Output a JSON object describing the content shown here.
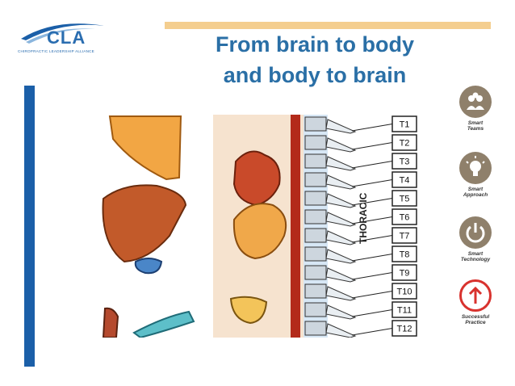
{
  "logo": {
    "name": "CLA",
    "tagline": "CHIROPRACTIC LEADERSHIP ALLIANCE"
  },
  "title": {
    "line1": "From brain to body",
    "line2": "and body to brain"
  },
  "illustration": {
    "vertebra_labels": [
      "T1",
      "T2",
      "T3",
      "T4",
      "T5",
      "T6",
      "T7",
      "T8",
      "T9",
      "T10",
      "T11",
      "T12"
    ],
    "region_label": "THORACIC"
  },
  "sidebar": [
    {
      "line1": "Smart",
      "line2": "Teams",
      "icon": "people-icon",
      "color": "#8f806b"
    },
    {
      "line1": "Smart",
      "line2": "Approach",
      "icon": "lightbulb-icon",
      "color": "#8f806b"
    },
    {
      "line1": "Smart",
      "line2": "Technology",
      "icon": "power-icon",
      "color": "#8f806b"
    },
    {
      "line1": "Successful",
      "line2": "Practice",
      "icon": "arrow-up-icon",
      "color": "#d8322e"
    }
  ],
  "colors": {
    "title": "#2a6fa6",
    "accent_bar": "#f4ce8f",
    "side_bar": "#1b5fa8"
  }
}
